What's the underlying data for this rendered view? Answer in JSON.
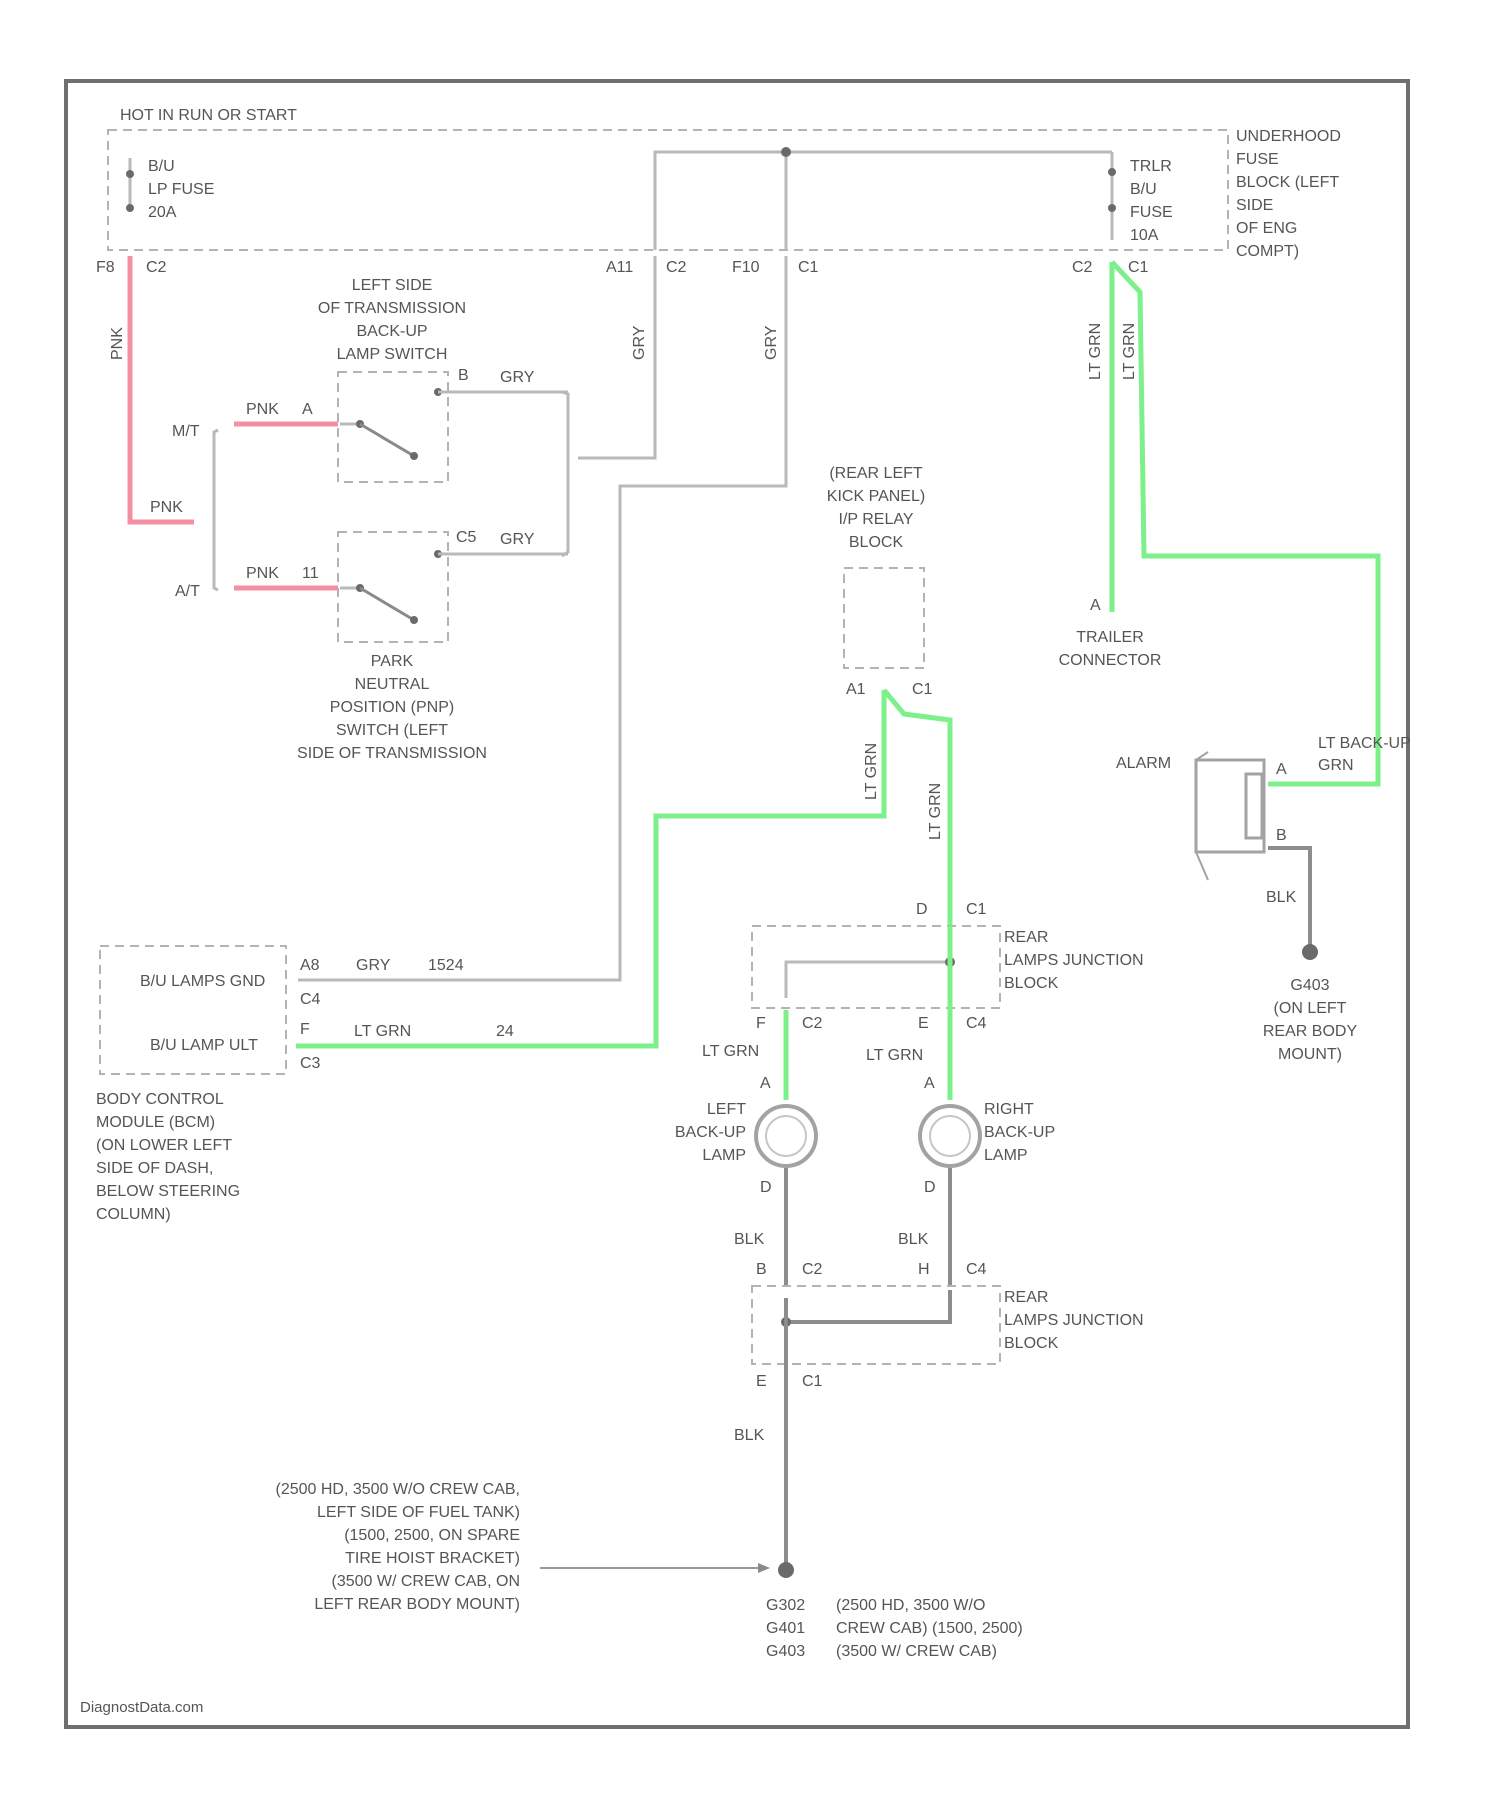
{
  "top_label": "HOT IN RUN OR START",
  "fuse_block": {
    "name": "UNDERHOOD FUSE BLOCK (LEFT SIDE OF ENG COMPT)",
    "lines": [
      "UNDERHOOD",
      "FUSE",
      "BLOCK (LEFT",
      "SIDE",
      "OF ENG",
      "COMPT)"
    ],
    "fuse_left": {
      "lines": [
        "B/U",
        "LP FUSE",
        "20A"
      ]
    },
    "fuse_right": {
      "lines": [
        "TRLR",
        "B/U",
        "FUSE",
        "10A"
      ]
    },
    "terminals": {
      "f8": "F8",
      "c2_left": "C2",
      "a11": "A11",
      "c2_mid": "C2",
      "f10": "F10",
      "c1": "C1",
      "c2_right": "C2",
      "c1_right": "C1"
    }
  },
  "backup_switch": {
    "lines": [
      "LEFT SIDE",
      "OF TRANSMISSION",
      "BACK-UP",
      "LAMP SWITCH"
    ]
  },
  "pnp_switch": {
    "lines": [
      "PARK",
      "NEUTRAL",
      "POSITION (PNP)",
      "SWITCH (LEFT",
      "SIDE OF TRANSMISSION"
    ]
  },
  "switch_labels": {
    "mt": "M/T",
    "at": "A/T",
    "pnk1": "PNK",
    "pnk2": "PNK",
    "pnk3": "PNK",
    "pnk4": "PNK",
    "a": "A",
    "b": "B",
    "c5": "C5",
    "c11": "11",
    "gry1": "GRY",
    "gry2": "GRY",
    "gry3": "GRY",
    "gry4": "GRY"
  },
  "relay_block": {
    "lines": [
      "(REAR LEFT",
      "KICK PANEL)",
      "I/P RELAY",
      "BLOCK"
    ],
    "a1": "A1",
    "c1": "C1"
  },
  "trailer": {
    "lines": [
      "TRAILER",
      "CONNECTOR"
    ],
    "pin": "A",
    "wire1": "LT GRN",
    "wire2": "LT GRN"
  },
  "alarm": {
    "label": "ALARM",
    "pin_a": "A",
    "pin_b": "B",
    "wire_top": [
      "LT BACK-UP",
      "GRN"
    ],
    "wire_bot": "BLK"
  },
  "ground_right": {
    "lines": [
      "G403",
      "(ON LEFT",
      "REAR BODY",
      "MOUNT)"
    ]
  },
  "bcm": {
    "bu_lamps": "B/U LAMPS GND",
    "bu_lamp_ult": "B/U LAMP ULT",
    "a8": "A8",
    "c4": "C4",
    "f": "F",
    "c3": "C3",
    "gry": "GRY",
    "num1524": "1524",
    "ltgrn": "LT GRN",
    "num24": "24",
    "lines": [
      "BODY CONTROL",
      "MODULE (BCM)",
      "(ON LOWER LEFT",
      "SIDE OF DASH,",
      "BELOW STEERING",
      "COLUMN)"
    ]
  },
  "wires_mid": {
    "ltgrn1": "LT GRN",
    "ltgrn2": "LT GRN"
  },
  "junction_top": {
    "lines": [
      "REAR",
      "LAMPS JUNCTION",
      "BLOCK"
    ],
    "d": "D",
    "c1": "C1",
    "f": "F",
    "c2": "C2",
    "e": "E",
    "c4": "C4"
  },
  "left_lamp": {
    "lines": [
      "LEFT",
      "BACK-UP",
      "LAMP"
    ],
    "a": "A",
    "d": "D",
    "wire_in": "LT GRN",
    "wire_out": "BLK"
  },
  "right_lamp": {
    "lines": [
      "RIGHT",
      "BACK-UP",
      "LAMP"
    ],
    "a": "A",
    "d": "D",
    "wire_in": "LT GRN",
    "wire_out": "BLK"
  },
  "junction_bot": {
    "lines": [
      "REAR",
      "LAMPS JUNCTION",
      "BLOCK"
    ],
    "b": "B",
    "c2": "C2",
    "h": "H",
    "c4": "C4",
    "e": "E",
    "c1": "C1",
    "wire_out": "BLK"
  },
  "ground_note": {
    "lines": [
      "(2500 HD, 3500 W/O CREW CAB,",
      "LEFT SIDE OF FUEL TANK)",
      "(1500, 2500, ON SPARE",
      "TIRE HOIST BRACKET)",
      "(3500 W/ CREW CAB, ON",
      "LEFT REAR BODY MOUNT)"
    ]
  },
  "ground_list": {
    "rows": [
      {
        "code": "G302",
        "desc": "(2500 HD, 3500 W/O"
      },
      {
        "code": "G401",
        "desc": "CREW CAB) (1500, 2500)"
      },
      {
        "code": "G403",
        "desc": "(3500 W/ CREW CAB)"
      }
    ]
  },
  "watermark": "DiagnostData.com",
  "colors": {
    "hot_wire": "#f28fa2",
    "backup_wire": "#7cf08a",
    "wire": "#b9b9b9",
    "ground_wire": "#8d8d8d"
  }
}
